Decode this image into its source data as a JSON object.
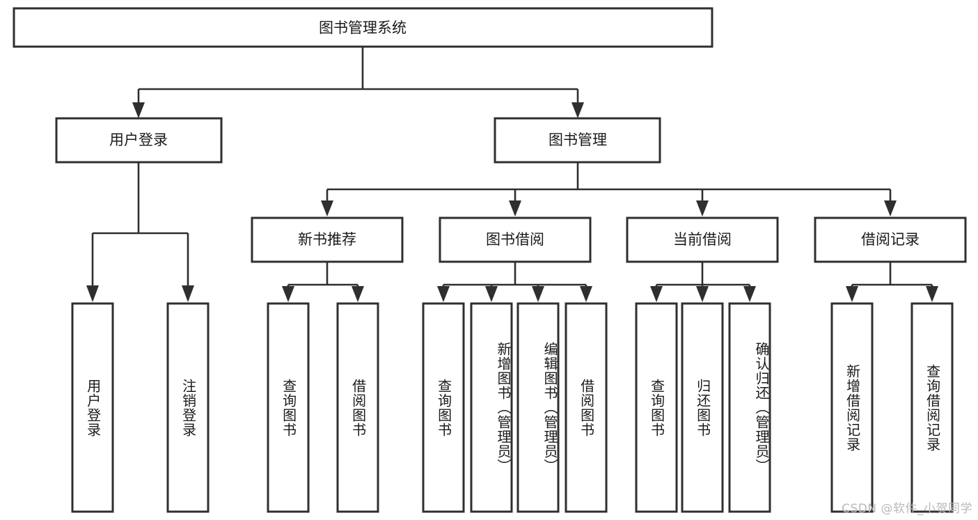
{
  "chart_data": {
    "type": "diagram",
    "diagram_kind": "tree-hierarchy",
    "title": "图书管理系统",
    "orientation": "top-down",
    "levels": 4,
    "node_count": 20,
    "edge_style": "elbow-with-arrowhead",
    "nodes": [
      {
        "id": "root",
        "label": "图书管理系统",
        "level": 0,
        "text_orientation": "horizontal"
      },
      {
        "id": "n1",
        "label": "用户登录",
        "level": 1,
        "parent": "root",
        "text_orientation": "horizontal"
      },
      {
        "id": "n2",
        "label": "图书管理",
        "level": 1,
        "parent": "root",
        "text_orientation": "horizontal"
      },
      {
        "id": "n2a",
        "label": "新书推荐",
        "level": 2,
        "parent": "n2",
        "text_orientation": "horizontal"
      },
      {
        "id": "n2b",
        "label": "图书借阅",
        "level": 2,
        "parent": "n2",
        "text_orientation": "horizontal"
      },
      {
        "id": "n2c",
        "label": "当前借阅",
        "level": 2,
        "parent": "n2",
        "text_orientation": "horizontal"
      },
      {
        "id": "n2d",
        "label": "借阅记录",
        "level": 2,
        "parent": "n2",
        "text_orientation": "horizontal"
      },
      {
        "id": "l1",
        "label": "用户登录",
        "level": 2,
        "parent": "n1",
        "text_orientation": "vertical"
      },
      {
        "id": "l2",
        "label": "注销登录",
        "level": 2,
        "parent": "n1",
        "text_orientation": "vertical"
      },
      {
        "id": "l3",
        "label": "查询图书",
        "level": 3,
        "parent": "n2a",
        "text_orientation": "vertical"
      },
      {
        "id": "l4",
        "label": "借阅图书",
        "level": 3,
        "parent": "n2a",
        "text_orientation": "vertical"
      },
      {
        "id": "l5",
        "label": "查询图书",
        "level": 3,
        "parent": "n2b",
        "text_orientation": "vertical"
      },
      {
        "id": "l6",
        "label": "新增图书（管理员）",
        "level": 3,
        "parent": "n2b",
        "text_orientation": "vertical"
      },
      {
        "id": "l7",
        "label": "编辑图书（管理员）",
        "level": 3,
        "parent": "n2b",
        "text_orientation": "vertical"
      },
      {
        "id": "l8",
        "label": "借阅图书",
        "level": 3,
        "parent": "n2b",
        "text_orientation": "vertical"
      },
      {
        "id": "l9",
        "label": "查询图书",
        "level": 3,
        "parent": "n2c",
        "text_orientation": "vertical"
      },
      {
        "id": "l10",
        "label": "归还图书",
        "level": 3,
        "parent": "n2c",
        "text_orientation": "vertical"
      },
      {
        "id": "l11",
        "label": "确认归还（管理员）",
        "level": 3,
        "parent": "n2c",
        "text_orientation": "vertical"
      },
      {
        "id": "l12",
        "label": "新增借阅记录",
        "level": 3,
        "parent": "n2d",
        "text_orientation": "vertical"
      },
      {
        "id": "l13",
        "label": "查询借阅记录",
        "level": 3,
        "parent": "n2d",
        "text_orientation": "vertical"
      }
    ],
    "edges": [
      {
        "from": "root",
        "to": "n1"
      },
      {
        "from": "root",
        "to": "n2"
      },
      {
        "from": "n1",
        "to": "l1"
      },
      {
        "from": "n1",
        "to": "l2"
      },
      {
        "from": "n2",
        "to": "n2a"
      },
      {
        "from": "n2",
        "to": "n2b"
      },
      {
        "from": "n2",
        "to": "n2c"
      },
      {
        "from": "n2",
        "to": "n2d"
      },
      {
        "from": "n2a",
        "to": "l3"
      },
      {
        "from": "n2a",
        "to": "l4"
      },
      {
        "from": "n2b",
        "to": "l5"
      },
      {
        "from": "n2b",
        "to": "l6"
      },
      {
        "from": "n2b",
        "to": "l7"
      },
      {
        "from": "n2b",
        "to": "l8"
      },
      {
        "from": "n2c",
        "to": "l9"
      },
      {
        "from": "n2c",
        "to": "l10"
      },
      {
        "from": "n2c",
        "to": "l11"
      },
      {
        "from": "n2d",
        "to": "l12"
      },
      {
        "from": "n2d",
        "to": "l13"
      }
    ]
  },
  "diagram": {
    "root": {
      "label": "图书管理系统"
    },
    "level1": {
      "user_login": "用户登录",
      "book_manage": "图书管理"
    },
    "level2": {
      "new_book_recommend": "新书推荐",
      "book_borrow": "图书借阅",
      "current_borrow": "当前借阅",
      "borrow_record": "借阅记录"
    },
    "leaves": {
      "user_login_leaf": "用户登录",
      "logout_leaf": "注销登录",
      "query_book_a": "查询图书",
      "borrow_book_a": "借阅图书",
      "query_book_b": "查询图书",
      "add_book_admin": "新增图书（管理员）",
      "edit_book_admin": "编辑图书（管理员）",
      "borrow_book_b": "借阅图书",
      "query_book_c": "查询图书",
      "return_book": "归还图书",
      "confirm_return_admin": "确认归还（管理员）",
      "add_borrow_record": "新增借阅记录",
      "query_borrow_record": "查询借阅记录"
    }
  },
  "watermark": {
    "text": "CSDN @软件_小贺同学"
  },
  "colors": {
    "stroke": "#2f2f2f",
    "fill": "#ffffff",
    "text": "#1a1a1a",
    "watermark": "#b9b9b9"
  }
}
